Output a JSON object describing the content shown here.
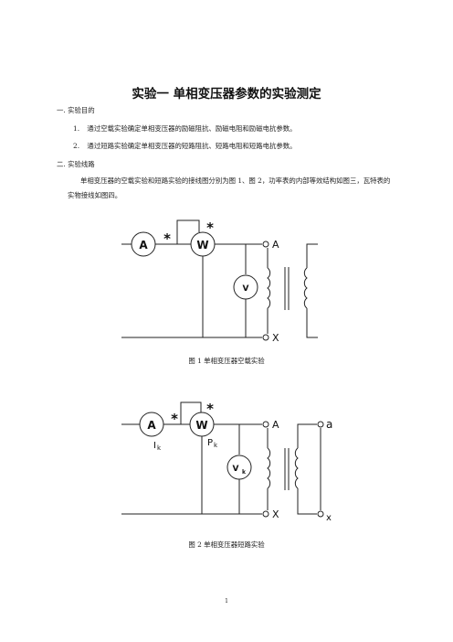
{
  "title": "实验一  单相变压器参数的实验测定",
  "section1": {
    "heading": "一. 实验目的",
    "items": [
      {
        "num": "1.",
        "text": "通过空载实验确定单相变压器的励磁阻抗、励磁电阻和励磁电抗参数。"
      },
      {
        "num": "2.",
        "text": "通过短路实验确定单相变压器的短路阻抗、短路电阻和短路电抗参数。"
      }
    ]
  },
  "section2": {
    "heading": "二. 实验线路",
    "paragraph": "单相变压器的空载实验和短路实验的接线图分别为图 1、图 2，功率表的内部等效结构如图三，瓦特表的实物接线如图四。"
  },
  "figure1": {
    "caption": "图 1  单相变压器空载实验",
    "ammeter": "A",
    "wattmeter": "W",
    "voltmeter": "V",
    "star": "*",
    "terminal_top": "A",
    "terminal_bottom": "X"
  },
  "figure2": {
    "caption": "图 2  单相变压器短路实验",
    "ammeter": "A",
    "wattmeter": "W",
    "voltmeter": "V",
    "voltmeter_sub": "k",
    "ammeter_label": "I",
    "ammeter_label_sub": "k",
    "wattmeter_label": "P",
    "wattmeter_label_sub": "k",
    "star": "*",
    "terminal_top": "A",
    "terminal_bottom": "X",
    "secondary_top": "a",
    "secondary_bottom": "x"
  },
  "page_number": "1"
}
